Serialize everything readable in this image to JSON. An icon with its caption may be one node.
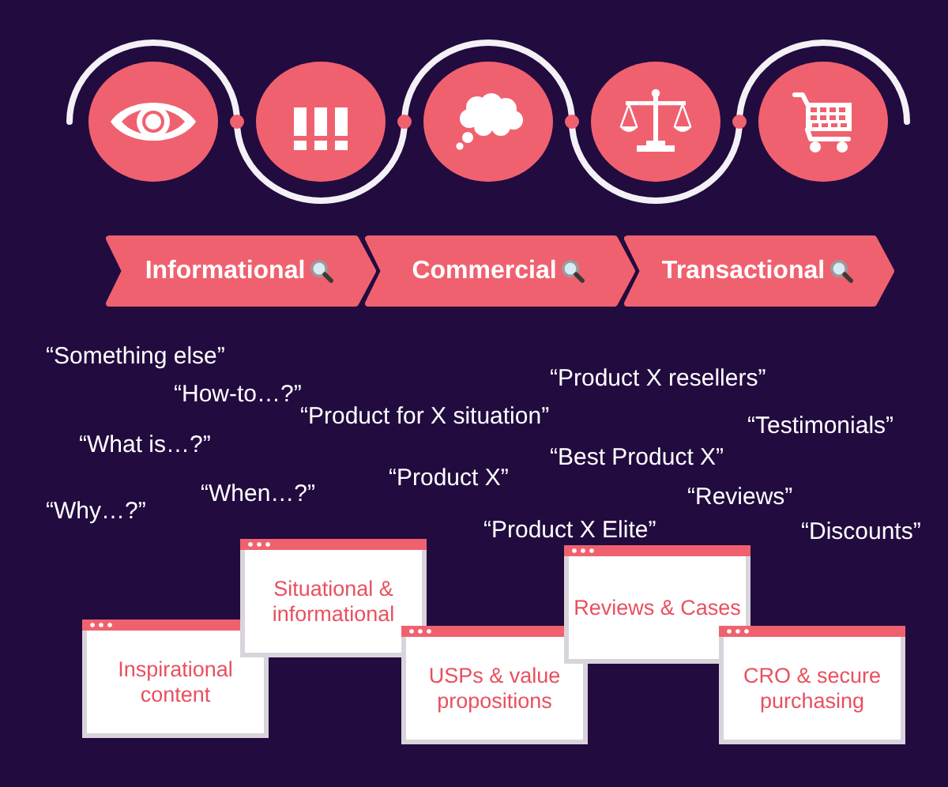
{
  "diagram": {
    "nodes": [
      {
        "text": [],
        "shape": "circle"
      },
      {
        "text": [],
        "shape": "circle"
      },
      {
        "text": [],
        "shape": "circle"
      },
      {
        "text": [],
        "shape": "circle"
      },
      {
        "text": [],
        "shape": "circle"
      },
      {
        "text": [
          "Informational"
        ]
      },
      {
        "text": [
          "Commercial"
        ]
      },
      {
        "text": [
          "Transactional"
        ]
      },
      {
        "text": [
          "Inspirational content"
        ]
      },
      {
        "text": [
          "Situational & informational"
        ]
      },
      {
        "text": [
          "USPs & value propositions"
        ]
      },
      {
        "text": [
          "Reviews & Cases"
        ]
      },
      {
        "text": [
          "CRO & secure purchasing"
        ]
      }
    ],
    "labels": [
      "“Something else”",
      "“Product X resellers”",
      "“How-to…?”",
      "“Product for X situation”",
      "“Testimonials”",
      "“What is…?”",
      "“Best Product X”",
      "“Product X”",
      "“When…?”",
      "“Reviews”",
      "“Why…?”",
      "“Product X Elite”",
      "“Discounts”"
    ]
  }
}
